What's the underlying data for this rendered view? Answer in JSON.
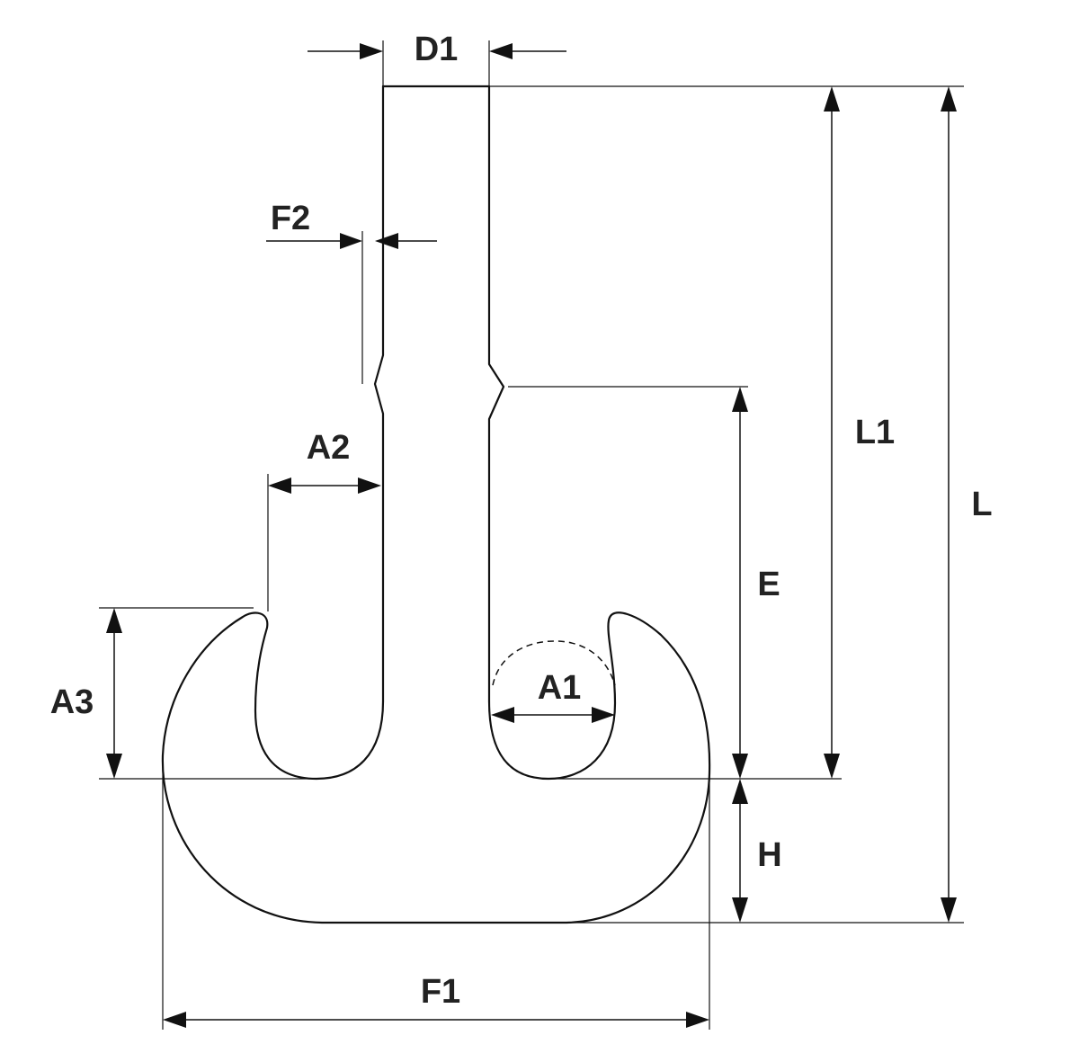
{
  "labels": {
    "D1": "D1",
    "F2": "F2",
    "A2": "A2",
    "L1": "L1",
    "L": "L",
    "E": "E",
    "A3": "A3",
    "A1": "A1",
    "H": "H",
    "F1": "F1"
  },
  "colors": {
    "line": "#111111",
    "text": "#222222",
    "background": "#ffffff"
  }
}
